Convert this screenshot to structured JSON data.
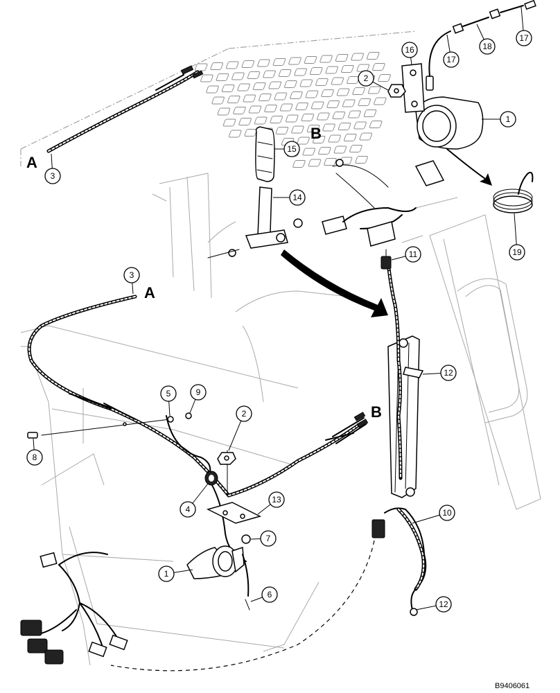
{
  "figure_id": "B9406061",
  "section_labels": {
    "a_top": "A",
    "a_mid": "A",
    "b_top": "B",
    "b_mid": "B"
  },
  "callouts": [
    {
      "id": "c1a",
      "label": "1"
    },
    {
      "id": "c1b",
      "label": "1"
    },
    {
      "id": "c2a",
      "label": "2"
    },
    {
      "id": "c2b",
      "label": "2"
    },
    {
      "id": "c3a",
      "label": "3"
    },
    {
      "id": "c3b",
      "label": "3"
    },
    {
      "id": "c4",
      "label": "4"
    },
    {
      "id": "c5",
      "label": "5"
    },
    {
      "id": "c6",
      "label": "6"
    },
    {
      "id": "c7",
      "label": "7"
    },
    {
      "id": "c8",
      "label": "8"
    },
    {
      "id": "c9",
      "label": "9"
    },
    {
      "id": "c10",
      "label": "10"
    },
    {
      "id": "c11",
      "label": "11"
    },
    {
      "id": "c12a",
      "label": "12"
    },
    {
      "id": "c12b",
      "label": "12"
    },
    {
      "id": "c13",
      "label": "13"
    },
    {
      "id": "c14",
      "label": "14"
    },
    {
      "id": "c15",
      "label": "15"
    },
    {
      "id": "c16",
      "label": "16"
    },
    {
      "id": "c17a",
      "label": "17"
    },
    {
      "id": "c17b",
      "label": "17"
    },
    {
      "id": "c18",
      "label": "18"
    },
    {
      "id": "c19",
      "label": "19"
    }
  ]
}
